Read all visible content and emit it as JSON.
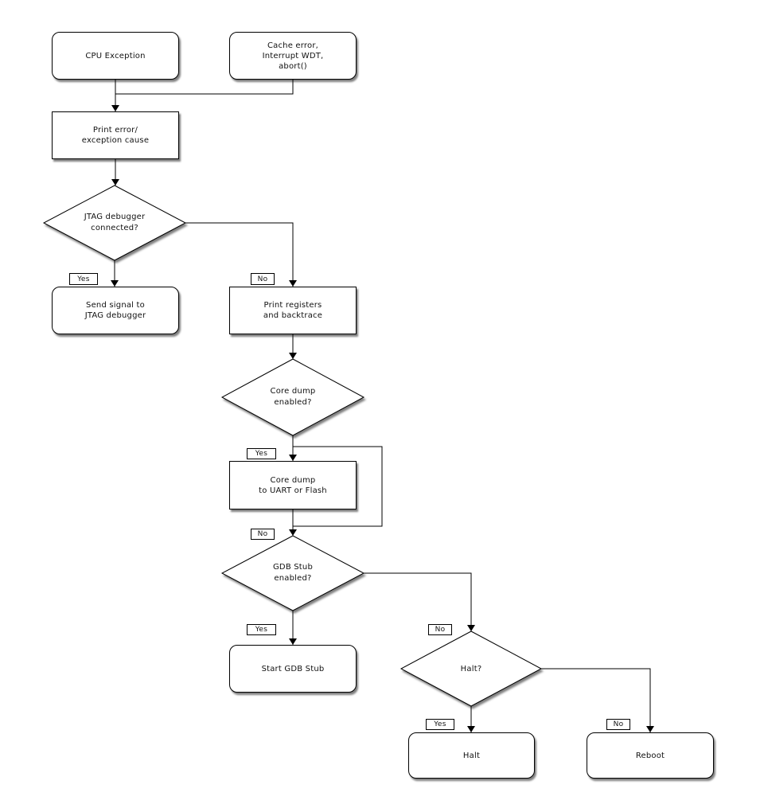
{
  "nodes": {
    "cpu_exception": {
      "type": "terminator",
      "lines": [
        "CPU Exception"
      ]
    },
    "cache_error": {
      "type": "terminator",
      "lines": [
        "Cache error,",
        "Interrupt WDT,",
        "abort()"
      ]
    },
    "print_error": {
      "type": "process",
      "lines": [
        "Print error/",
        "exception cause"
      ]
    },
    "jtag_connected": {
      "type": "decision",
      "lines": [
        "JTAG debugger",
        "connected?"
      ]
    },
    "send_signal": {
      "type": "terminator",
      "lines": [
        "Send signal to",
        "JTAG debugger"
      ]
    },
    "print_registers": {
      "type": "process",
      "lines": [
        "Print registers",
        "and backtrace"
      ]
    },
    "core_dump_enabled": {
      "type": "decision",
      "lines": [
        "Core dump",
        "enabled?"
      ]
    },
    "core_dump": {
      "type": "process",
      "lines": [
        "Core dump",
        "to UART or Flash"
      ]
    },
    "gdb_stub_enabled": {
      "type": "decision",
      "lines": [
        "GDB Stub",
        "enabled?"
      ]
    },
    "start_gdb_stub": {
      "type": "terminator",
      "lines": [
        "Start GDB Stub"
      ]
    },
    "halt_question": {
      "type": "decision",
      "lines": [
        "Halt?"
      ]
    },
    "halt": {
      "type": "terminator",
      "lines": [
        "Halt"
      ]
    },
    "reboot": {
      "type": "terminator",
      "lines": [
        "Reboot"
      ]
    }
  },
  "edge_labels": {
    "jtag_yes": "Yes",
    "jtag_no": "No",
    "core_dump_yes": "Yes",
    "core_dump_no": "No",
    "gdb_yes": "Yes",
    "gdb_no": "No",
    "halt_yes": "Yes",
    "halt_no": "No"
  },
  "colors": {
    "background": "#ffffff",
    "line": "#000000",
    "node_fill": "#ffffff",
    "node_border": "#000000",
    "text": "#111111",
    "shadow": "rgba(0,0,0,0.5)"
  }
}
